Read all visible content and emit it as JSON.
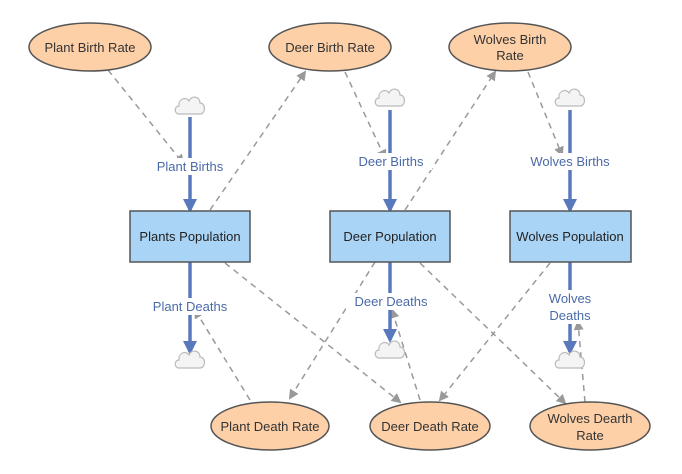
{
  "diagram": {
    "colors": {
      "rate_fill": "#fdd0a8",
      "rate_stroke": "#555555",
      "stock_fill": "#a9d4f5",
      "stock_stroke": "#555555",
      "flow_color": "#5a79bd",
      "link_color": "#999999",
      "flow_label_color": "#4a6aa8",
      "cloud_fill": "#f4f4f4",
      "cloud_stroke": "#bbbbbb"
    },
    "rates": {
      "plant_birth": "Plant Birth Rate",
      "deer_birth": "Deer Birth Rate",
      "wolves_birth": [
        "Wolves Birth",
        "Rate"
      ],
      "plant_death": "Plant Death Rate",
      "deer_death": "Deer Death Rate",
      "wolves_death": [
        "Wolves Dearth",
        "Rate"
      ]
    },
    "stocks": {
      "plants": "Plants Population",
      "deer": "Deer Population",
      "wolves": "Wolves Population"
    },
    "flows": {
      "plant_births": "Plant Births",
      "deer_births": "Deer Births",
      "wolves_births": "Wolves Births",
      "plant_deaths": "Plant Deaths",
      "deer_deaths": "Deer Deaths",
      "wolves_deaths": [
        "Wolves",
        "Deaths"
      ]
    },
    "icons": {
      "source_sink": "cloud-icon"
    }
  }
}
